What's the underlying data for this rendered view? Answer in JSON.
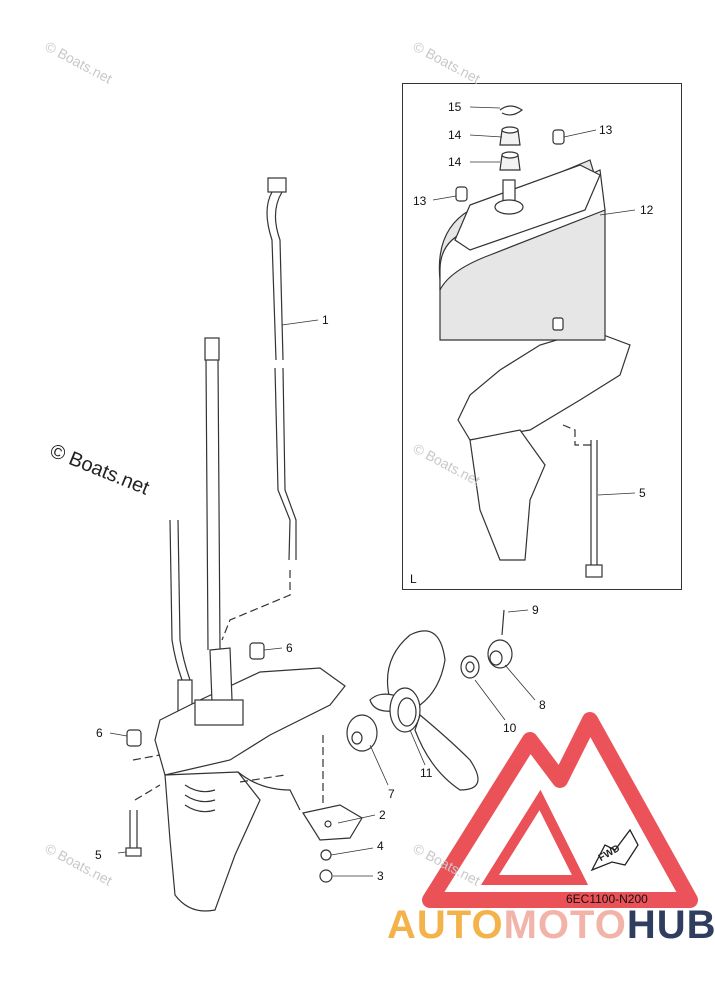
{
  "watermark": "© Boats.net",
  "diagram_code": "6EC1100-N200",
  "inset_label": "L",
  "fwd_label": "FWD",
  "brand": {
    "part1": "AUTO",
    "part2": "MOTO",
    "part3": "HUB"
  },
  "callouts": {
    "c1": "1",
    "c2": "2",
    "c3": "3",
    "c4": "4",
    "c5a": "5",
    "c5b": "5",
    "c6a": "6",
    "c6b": "6",
    "c7": "7",
    "c8": "8",
    "c9": "9",
    "c10": "10",
    "c11": "11",
    "c12": "12",
    "c13a": "13",
    "c13b": "13",
    "c14a": "14",
    "c14b": "14",
    "c15": "15"
  },
  "colors": {
    "line": "#333333",
    "logo_red": "#e8343c",
    "logo_orange": "#f4b24a"
  }
}
